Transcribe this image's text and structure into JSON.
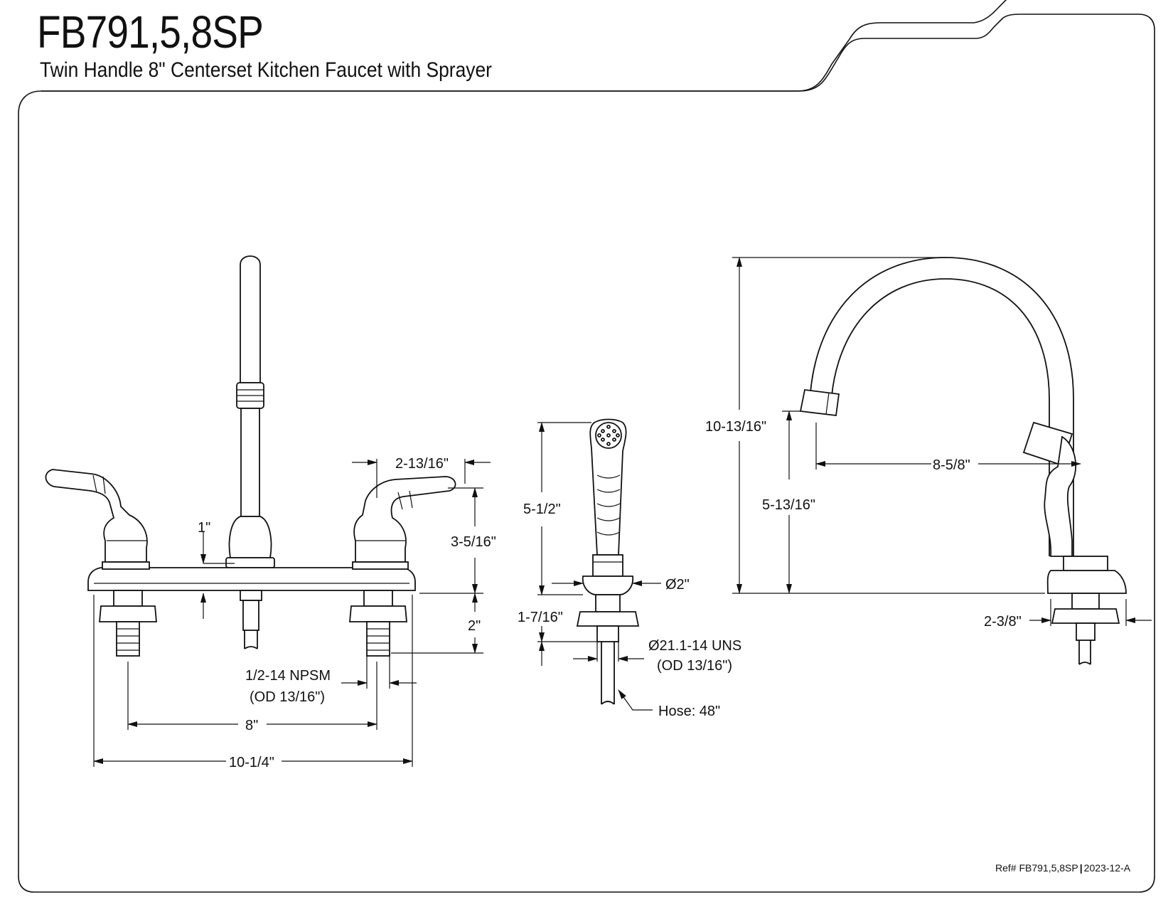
{
  "header": {
    "model": "FB791,5,8SP",
    "description": "Twin Handle 8\" Centerset Kitchen Faucet with Sprayer"
  },
  "footer": {
    "ref": "Ref# FB791,5,8SP",
    "revision": "2023-12-A"
  },
  "front_view": {
    "handle_spacing": "2-13/16\"",
    "handle_height": "3-5/16\"",
    "deck_thickness": "1\"",
    "shank_length": "2\"",
    "thread_spec": "1/2-14 NPSM",
    "thread_od": "(OD 13/16\")",
    "centerset": "8\"",
    "overall_width": "10-1/4\""
  },
  "sprayer_view": {
    "height": "5-1/2\"",
    "diameter": "Ø2\"",
    "mount_depth": "1-7/16\"",
    "thread_spec": "Ø21.1-14 UNS",
    "thread_od": "(OD 13/16\")",
    "hose": "Hose: 48\""
  },
  "side_view": {
    "overall_height": "10-13/16\"",
    "spout_reach": "8-5/8\"",
    "spout_height": "5-13/16\"",
    "base_width": "2-3/8\""
  }
}
